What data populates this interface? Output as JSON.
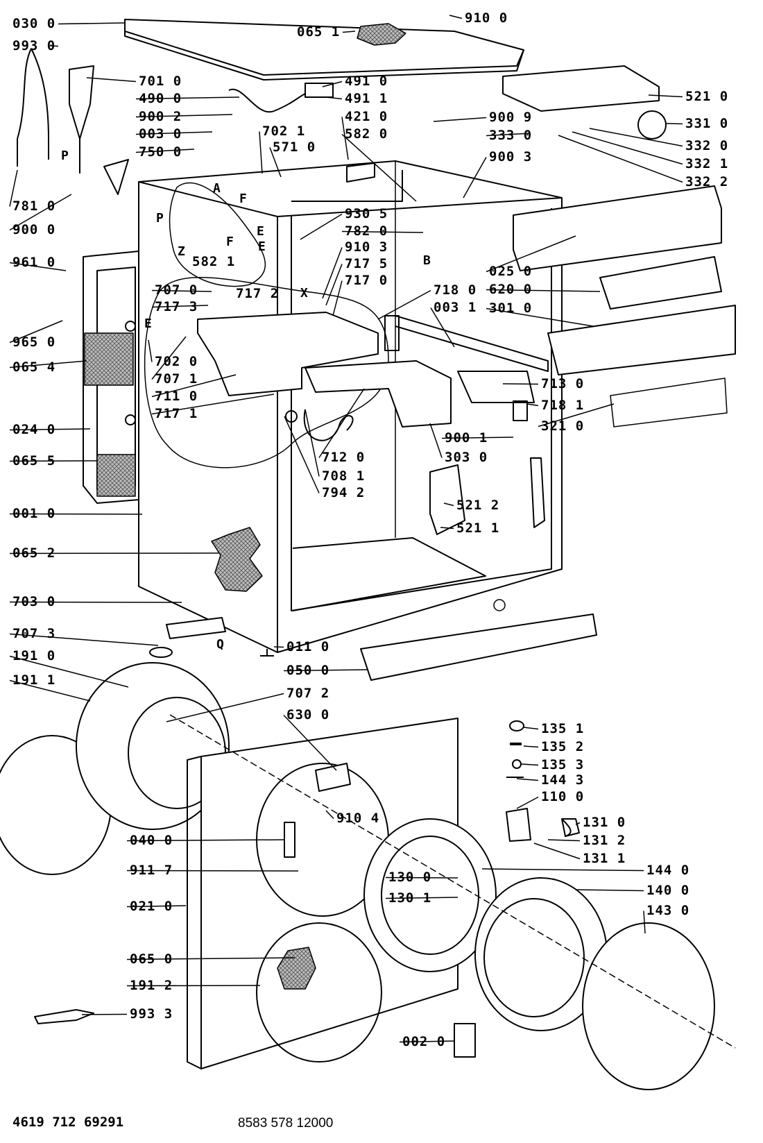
{
  "parts": {
    "p0300": "030 0",
    "p9930": "993 0",
    "p0651": "065 1",
    "p9100": "910 0",
    "p7010": "701 0",
    "p4900": "490 0",
    "p9002": "900 2",
    "p0030": "003 0",
    "p7500": "750 0",
    "p4910": "491 0",
    "p4911": "491 1",
    "p4210": "421 0",
    "p5820": "582 0",
    "p7021": "702 1",
    "p5710": "571 0",
    "p5210": "521 0",
    "p9009": "900 9",
    "p3330": "333 0",
    "p3310": "331 0",
    "p3320": "332 0",
    "p3321": "332 1",
    "p3322": "332 2",
    "p9003": "900 3",
    "p7810": "781 0",
    "p9000": "900 0",
    "p9305": "930 5",
    "p7820": "782 0",
    "p5821": "582 1",
    "p9103": "910 3",
    "p7175": "717 5",
    "p7170": "717 0",
    "p9610": "961 0",
    "p7070": "707 0",
    "p7173": "717 3",
    "p7172": "717 2",
    "p7180": "718 0",
    "p0031": "003 1",
    "p0250": "025 0",
    "p6200": "620 0",
    "p3010": "301 0",
    "p9650": "965 0",
    "p0654": "065 4",
    "p7020": "702 0",
    "p7071": "707 1",
    "p7110": "711 0",
    "p7171": "717 1",
    "p7130": "713 0",
    "p7181": "718 1",
    "p3210": "321 0",
    "p0240": "024 0",
    "p0655": "065 5",
    "p7120": "712 0",
    "p3030": "303 0",
    "p9001": "900 1",
    "p7081": "708 1",
    "p7942": "794 2",
    "p5212": "521 2",
    "p5211": "521 1",
    "p0010": "001 0",
    "p0652": "065 2",
    "p7030": "703 0",
    "p7073": "707 3",
    "p0110": "011 0",
    "p1910": "191 0",
    "p0500": "050 0",
    "p1911": "191 1",
    "p7072": "707 2",
    "p6300": "630 0",
    "p1351": "135 1",
    "p1352": "135 2",
    "p1353": "135 3",
    "p1443": "144 3",
    "p1100": "110 0",
    "p9104": "910 4",
    "p1310": "131 0",
    "p0400": "040 0",
    "p1312": "131 2",
    "p1311": "131 1",
    "p9117": "911 7",
    "p1300": "130 0",
    "p1440": "144 0",
    "p1301": "130 1",
    "p1400": "140 0",
    "p0210": "021 0",
    "p1430": "143 0",
    "p0650": "065 0",
    "p1912": "191 2",
    "p9933": "993 3",
    "p0020": "002 0"
  },
  "letters": {
    "P": "P",
    "A": "A",
    "F": "F",
    "E": "E",
    "Z": "Z",
    "B": "B",
    "X": "X",
    "P2": "P",
    "F2": "F",
    "E2": "E",
    "E3": "E",
    "Q": "Q"
  },
  "footer": {
    "left": "4619 712 69291",
    "center": "8583 578 12000"
  },
  "colors": {
    "line": "#000000",
    "fill": "#ffffff",
    "hatch": "#808080"
  }
}
